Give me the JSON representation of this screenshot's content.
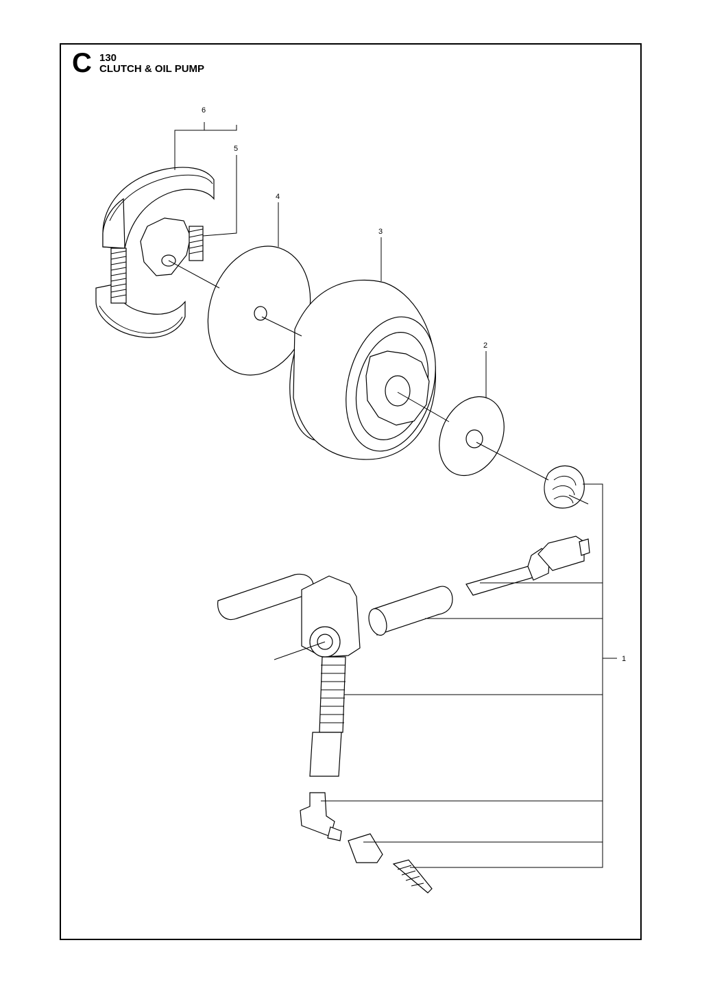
{
  "header": {
    "section_letter": "C",
    "model_number": "130",
    "title": "CLUTCH & OIL PUMP"
  },
  "callouts": {
    "c1": "1",
    "c2": "2",
    "c3": "3",
    "c4": "4",
    "c5": "5",
    "c6": "6"
  },
  "parts": [
    {
      "number": "6",
      "depicts": "clutch shoe assembly"
    },
    {
      "number": "5",
      "depicts": "clutch spring"
    },
    {
      "number": "4",
      "depicts": "washer disc"
    },
    {
      "number": "3",
      "depicts": "clutch drum"
    },
    {
      "number": "2",
      "depicts": "washer"
    },
    {
      "number": "1",
      "depicts": "oil pump assembly"
    }
  ],
  "colors": {
    "line": "#000000",
    "background": "#ffffff"
  }
}
